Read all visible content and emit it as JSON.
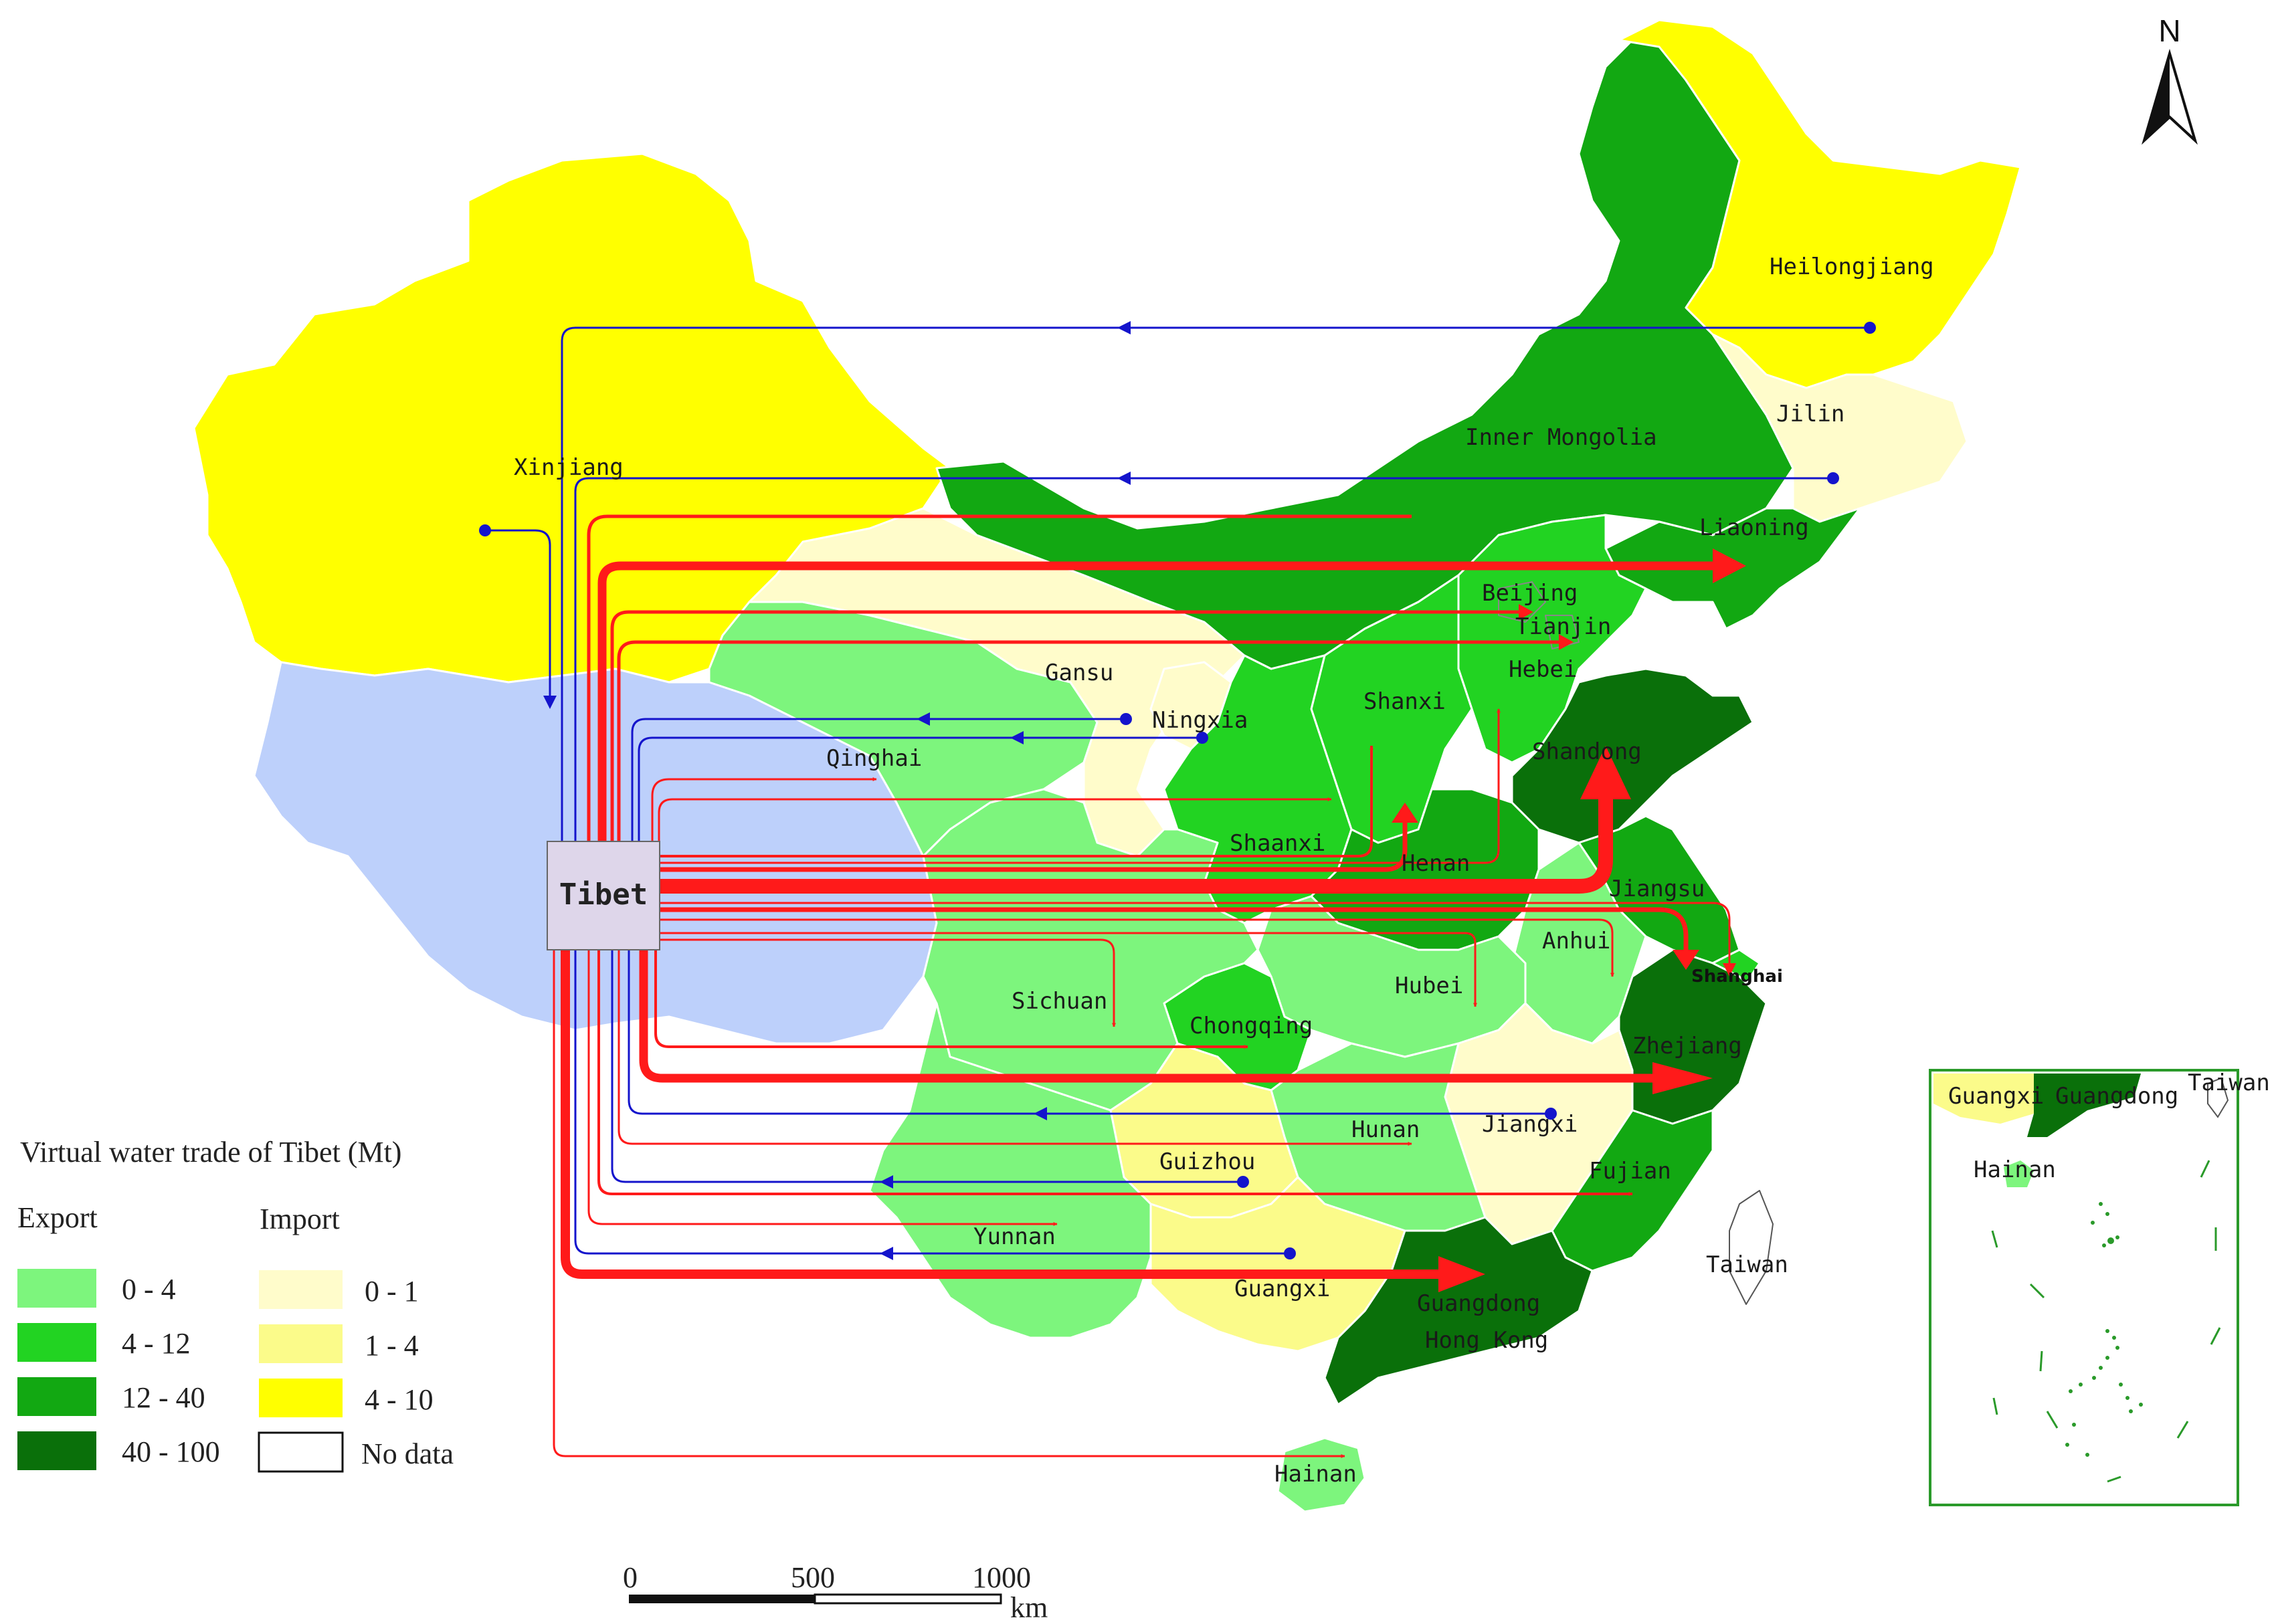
{
  "north_label": "N",
  "legend": {
    "title": "Virtual water trade of Tibet (Mt)",
    "export_heading": "Export",
    "import_heading": "Import",
    "export_classes": [
      {
        "label": "0 - 4",
        "color": "#7df57d"
      },
      {
        "label": "4 - 12",
        "color": "#22d322"
      },
      {
        "label": "12 - 40",
        "color": "#12a812"
      },
      {
        "label": "40 - 100",
        "color": "#0a700a"
      }
    ],
    "import_classes": [
      {
        "label": "0 - 1",
        "color": "#fffccb"
      },
      {
        "label": "1 - 4",
        "color": "#fbfb8a"
      },
      {
        "label": "4 - 10",
        "color": "#ffff00"
      },
      {
        "label": "No data",
        "color": "#ffffff"
      }
    ]
  },
  "colors": {
    "export_flow": "#ff1a1a",
    "import_flow": "#1414cc",
    "tibet_fill": "#bdd0fb",
    "tibet_box": "#ded6ea"
  },
  "center_label": "Tibet",
  "provinces": [
    {
      "name": "Heilongjiang",
      "role": "import",
      "class": "4 - 10"
    },
    {
      "name": "Jilin",
      "role": "import",
      "class": "0 - 1"
    },
    {
      "name": "Inner Mongolia",
      "role": "export",
      "class": "12 - 40"
    },
    {
      "name": "Liaoning",
      "role": "export",
      "class": "12 - 40"
    },
    {
      "name": "Xinjiang",
      "role": "import",
      "class": "4 - 10"
    },
    {
      "name": "Beijing",
      "role": "export",
      "class": "4 - 12"
    },
    {
      "name": "Tianjin",
      "role": "export",
      "class": "4 - 12"
    },
    {
      "name": "Hebei",
      "role": "export",
      "class": "4 - 12"
    },
    {
      "name": "Gansu",
      "role": "import",
      "class": "0 - 1"
    },
    {
      "name": "Ningxia",
      "role": "import",
      "class": "0 - 1"
    },
    {
      "name": "Shanxi",
      "role": "export",
      "class": "4 - 12"
    },
    {
      "name": "Shandong",
      "role": "export",
      "class": "40 - 100"
    },
    {
      "name": "Qinghai",
      "role": "export",
      "class": "0 - 4"
    },
    {
      "name": "Shaanxi",
      "role": "export",
      "class": "4 - 12"
    },
    {
      "name": "Henan",
      "role": "export",
      "class": "12 - 40"
    },
    {
      "name": "Jiangsu",
      "role": "export",
      "class": "12 - 40"
    },
    {
      "name": "Anhui",
      "role": "export",
      "class": "0 - 4"
    },
    {
      "name": "Shanghai",
      "role": "export",
      "class": "4 - 12"
    },
    {
      "name": "Sichuan",
      "role": "export",
      "class": "0 - 4"
    },
    {
      "name": "Hubei",
      "role": "export",
      "class": "0 - 4"
    },
    {
      "name": "Chongqing",
      "role": "export",
      "class": "4 - 12"
    },
    {
      "name": "Zhejiang",
      "role": "export",
      "class": "40 - 100"
    },
    {
      "name": "Hunan",
      "role": "export",
      "class": "0 - 4"
    },
    {
      "name": "Jiangxi",
      "role": "import",
      "class": "0 - 1"
    },
    {
      "name": "Guizhou",
      "role": "import",
      "class": "1 - 4"
    },
    {
      "name": "Fujian",
      "role": "export",
      "class": "12 - 40"
    },
    {
      "name": "Yunnan",
      "role": "export",
      "class": "0 - 4"
    },
    {
      "name": "Taiwan",
      "role": "none",
      "class": "No data"
    },
    {
      "name": "Guangxi",
      "role": "import",
      "class": "1 - 4"
    },
    {
      "name": "Guangdong",
      "role": "export",
      "class": "40 - 100"
    },
    {
      "name": "Hong Kong",
      "role": "none",
      "class": "No data"
    },
    {
      "name": "Hainan",
      "role": "export",
      "class": "0 - 4"
    }
  ],
  "inset_labels": {
    "guangxi": "Guangxi",
    "guangdong": "Guangdong",
    "taiwan": "Taiwan",
    "hainan": "Hainan"
  },
  "scale_bar": {
    "ticks": [
      "0",
      "500",
      "1000"
    ],
    "unit": "km"
  }
}
